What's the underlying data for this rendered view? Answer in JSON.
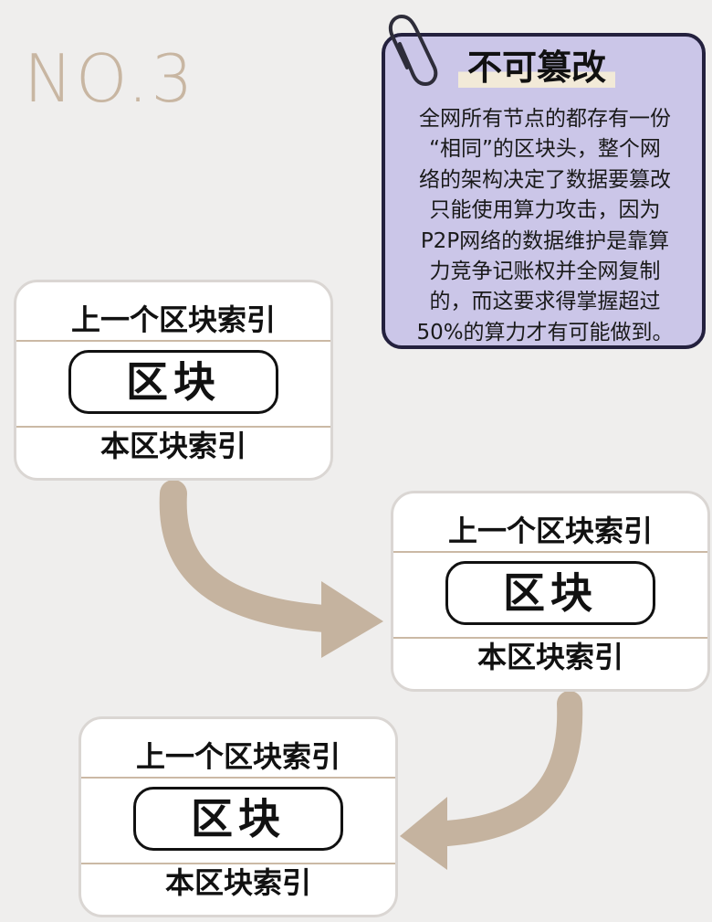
{
  "header": {
    "number_label": "NO.3"
  },
  "note": {
    "title": "不可篡改",
    "lines": [
      "全网所有节点的都存有一份",
      "“相同”的区块头，整个网",
      "络的架构决定了数据要篡改",
      "只能使用算力攻击，因为",
      "P2P网络的数据维护是靠算",
      "力竞争记账权并全网复制",
      "的，而这要求得掌握超过",
      "50%的算力才有可能做到。"
    ]
  },
  "blocks": [
    {
      "top_label": "上一个区块索引",
      "center_label": "区块",
      "bottom_label": "本区块索引"
    },
    {
      "top_label": "上一个区块索引",
      "center_label": "区块",
      "bottom_label": "本区块索引"
    },
    {
      "top_label": "上一个区块索引",
      "center_label": "区块",
      "bottom_label": "本区块索引"
    }
  ],
  "colors": {
    "background": "#efeeed",
    "accent_tan": "#c8b6a2",
    "arrow": "#c5b39f",
    "note_fill": "#cbc6e8",
    "note_border": "#24213e"
  }
}
